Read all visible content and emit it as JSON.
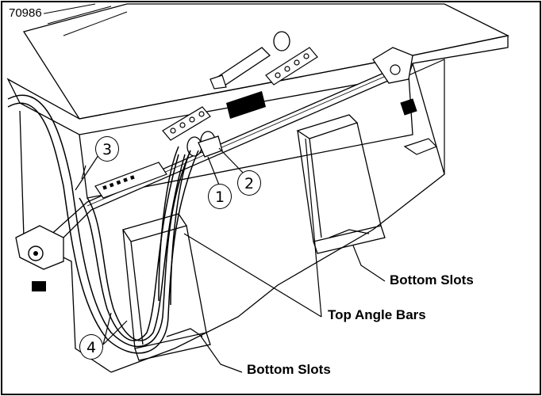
{
  "figure": {
    "id": "70986"
  },
  "callouts": [
    "1",
    "2",
    "3",
    "4"
  ],
  "labels": {
    "bottom_slots_right": "Bottom Slots",
    "top_angle_bars": "Top Angle Bars",
    "bottom_slots_left": "Bottom Slots"
  }
}
